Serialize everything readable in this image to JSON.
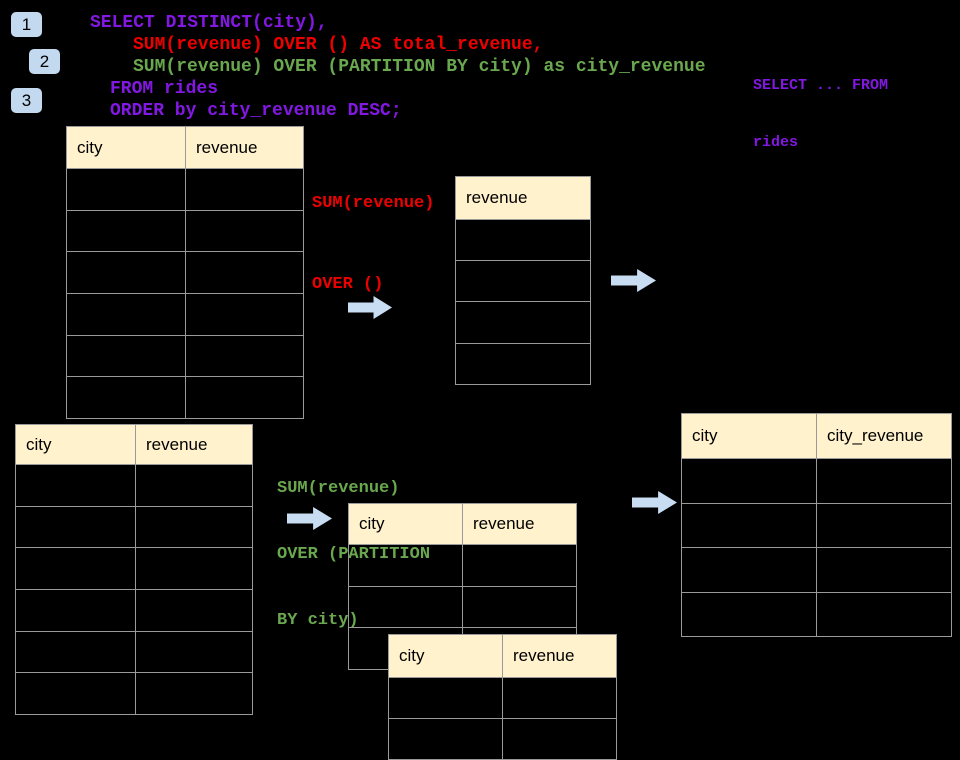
{
  "badges": [
    {
      "label": "1"
    },
    {
      "label": "2"
    },
    {
      "label": "3"
    }
  ],
  "sql_code": {
    "lines": [
      {
        "text": "SELECT DISTINCT(city),",
        "color": "#8218E2"
      },
      {
        "text": "SUM(revenue) OVER () AS total_revenue,",
        "color": "#EE0000"
      },
      {
        "text": "SUM(revenue) OVER (PARTITION BY city) as city_revenue",
        "color": "#6AA84F"
      },
      {
        "text": "FROM rides",
        "color": "#8218E2"
      },
      {
        "text": "ORDER by city_revenue DESC;",
        "color": "#8218E2"
      }
    ]
  },
  "side_note": {
    "line1": "SELECT ... FROM",
    "line2": "rides"
  },
  "annotations": {
    "window_total": {
      "line1": "SUM(revenue)",
      "line2": "OVER ()"
    },
    "window_partition": {
      "line1": "SUM(revenue)",
      "line2": "OVER (PARTITION",
      "line3": "BY city)"
    }
  },
  "tables": {
    "source_top": {
      "headers": [
        "city",
        "revenue"
      ],
      "empty_rows": 6
    },
    "total_result": {
      "headers": [
        "revenue"
      ],
      "empty_rows": 4
    },
    "source_bottom": {
      "headers": [
        "city",
        "revenue"
      ],
      "empty_rows": 6
    },
    "partition_mid": {
      "headers": [
        "city",
        "revenue"
      ],
      "empty_rows": 3
    },
    "partition_overlap": {
      "headers": [
        "city",
        "revenue"
      ],
      "empty_rows": 2
    },
    "city_revenue_result": {
      "headers": [
        "city",
        "city_revenue"
      ],
      "empty_rows": 4
    }
  },
  "colors": {
    "background": "#000000",
    "sql_purple": "#8218E2",
    "sql_red": "#EE0000",
    "sql_green": "#6AA84F",
    "table_header_fill": "#FFF2CC",
    "table_border": "#9A9A9A",
    "arrow_fill": "#C8DCF2",
    "badge_fill": "#C3D9F0"
  }
}
